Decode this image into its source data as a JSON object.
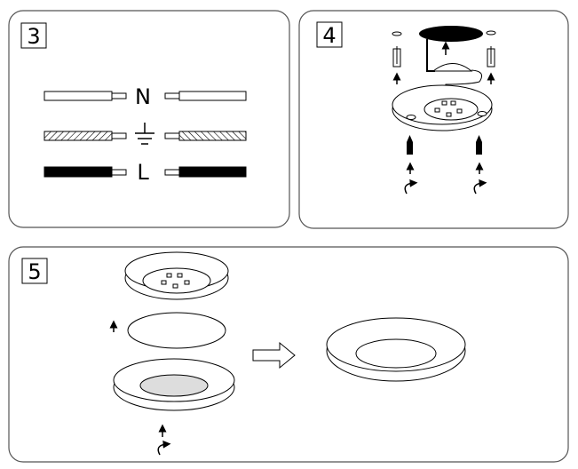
{
  "steps": [
    {
      "number": "3"
    },
    {
      "number": "4"
    },
    {
      "number": "5"
    }
  ],
  "wiring": {
    "neutral_label": "N",
    "earth_icon": "ground-symbol-icon",
    "live_label": "L"
  },
  "colors": {
    "line": "#000000",
    "panel_border": "#555555",
    "background": "#ffffff"
  }
}
